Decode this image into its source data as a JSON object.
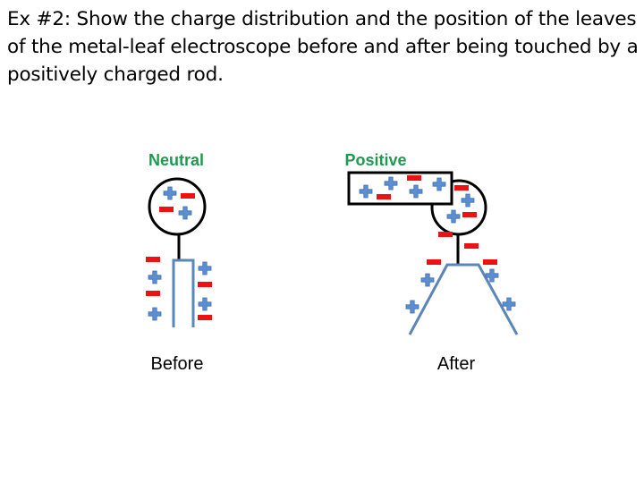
{
  "title": "Ex #2: Show the charge distribution and the position of the leaves of the metal-leaf electroscope before and after being touched by a positively charged rod.",
  "before": {
    "state_label": "Neutral",
    "caption": "Before"
  },
  "after": {
    "state_label": "Positive",
    "caption": "After"
  },
  "colors": {
    "positive": "#5b8fd4",
    "negative": "#ee1111",
    "state_label": "#1e9a4f",
    "leaf": "#5a87b8",
    "outline": "#000000"
  },
  "icons": {
    "positive_charge": "plus-sign-icon",
    "negative_charge": "minus-sign-icon"
  }
}
